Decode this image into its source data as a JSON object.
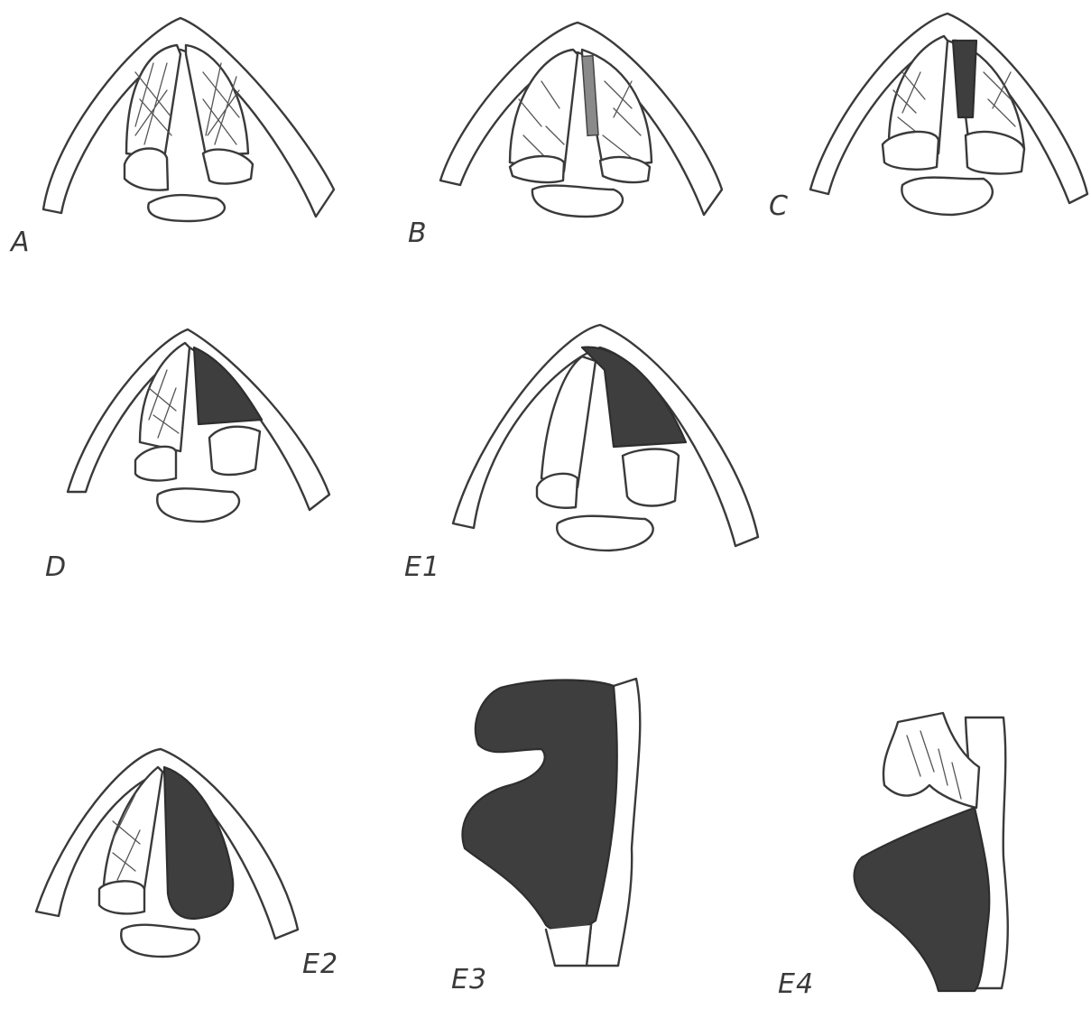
{
  "figure": {
    "panels": [
      {
        "id": "A",
        "label": "A",
        "view": "axial",
        "lesion": "none"
      },
      {
        "id": "B",
        "label": "B",
        "view": "axial",
        "lesion": "thin strip along right cord"
      },
      {
        "id": "C",
        "label": "C",
        "view": "axial",
        "lesion": "full right cord"
      },
      {
        "id": "D",
        "label": "D",
        "view": "axial",
        "lesion": "right hemilarynx upper"
      },
      {
        "id": "E1",
        "label": "E1",
        "view": "axial",
        "lesion": "anterior commissure and right side"
      },
      {
        "id": "E2",
        "label": "E2",
        "view": "axial",
        "lesion": "right hemilarynx"
      },
      {
        "id": "E3",
        "label": "E3",
        "view": "sagittal",
        "lesion": "supraglottic-glottic"
      },
      {
        "id": "E4",
        "label": "E4",
        "view": "sagittal",
        "lesion": "glottic-subglottic"
      }
    ]
  },
  "colors": {
    "line": "#3a3a3a",
    "shade": "#3e3e3e",
    "background": "#ffffff"
  }
}
